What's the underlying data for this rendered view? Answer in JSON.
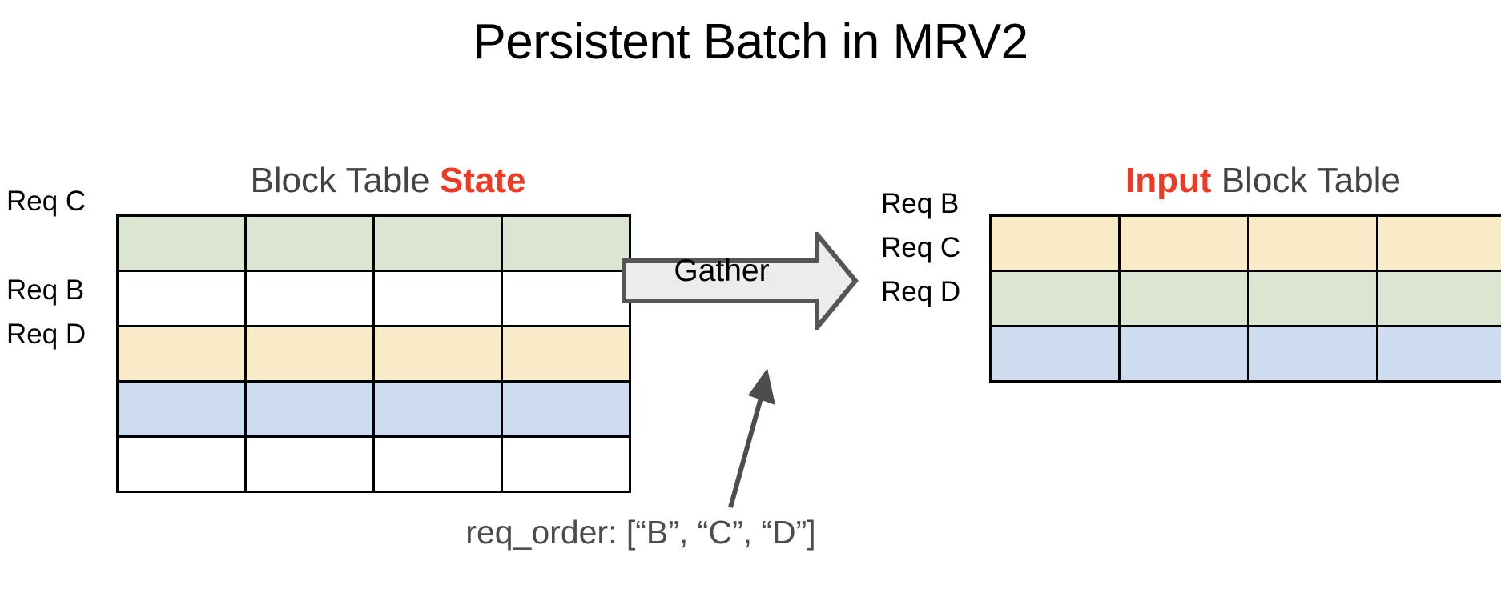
{
  "title": "Persistent Batch in MRV2",
  "colors": {
    "accent_red": "#EE3A24",
    "heading_gray": "#434343",
    "caption_gray": "#4D4D4D",
    "cell_green": "#DCE5D2",
    "cell_yellow": "#FAEBC8",
    "cell_blue": "#CDDCEF",
    "cell_empty": "#FFFFFF",
    "grid_line": "#000000",
    "arrow_fill": "#ECECEC",
    "arrow_stroke": "#555555",
    "pointer": "#4D4D4D"
  },
  "left_panel": {
    "heading_prefix": "Block Table ",
    "heading_accent": "State",
    "columns": 4,
    "rows": [
      {
        "label": "Req C",
        "color_name": "cell_green",
        "color": "#DCE5D2"
      },
      {
        "label": "",
        "color_name": "cell_empty",
        "color": "#FFFFFF"
      },
      {
        "label": "Req B",
        "color_name": "cell_yellow",
        "color": "#FAEBC8"
      },
      {
        "label": "Req D",
        "color_name": "cell_blue",
        "color": "#CDDCEF"
      },
      {
        "label": "",
        "color_name": "cell_empty",
        "color": "#FFFFFF"
      }
    ]
  },
  "operation": {
    "label": "Gather",
    "icon": "right-block-arrow-icon"
  },
  "right_panel": {
    "heading_accent": "Input",
    "heading_suffix": " Block Table",
    "columns": 4,
    "rows": [
      {
        "label": "Req B",
        "color_name": "cell_yellow",
        "color": "#FAEBC8"
      },
      {
        "label": "Req C",
        "color_name": "cell_green",
        "color": "#DCE5D2"
      },
      {
        "label": "Req D",
        "color_name": "cell_blue",
        "color": "#CDDCEF"
      }
    ]
  },
  "caption": {
    "text": "req_order: [“B”, “C”, “D”]",
    "pointer_icon": "up-right-arrow-icon"
  }
}
